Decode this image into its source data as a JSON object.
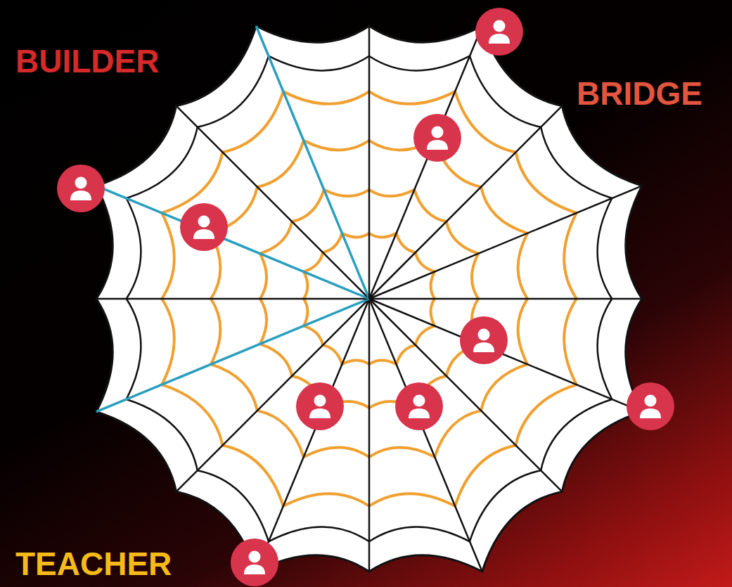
{
  "diagram": {
    "labels": [
      "BUILDER",
      "BRIDGE",
      "TEACHER"
    ]
  }
}
